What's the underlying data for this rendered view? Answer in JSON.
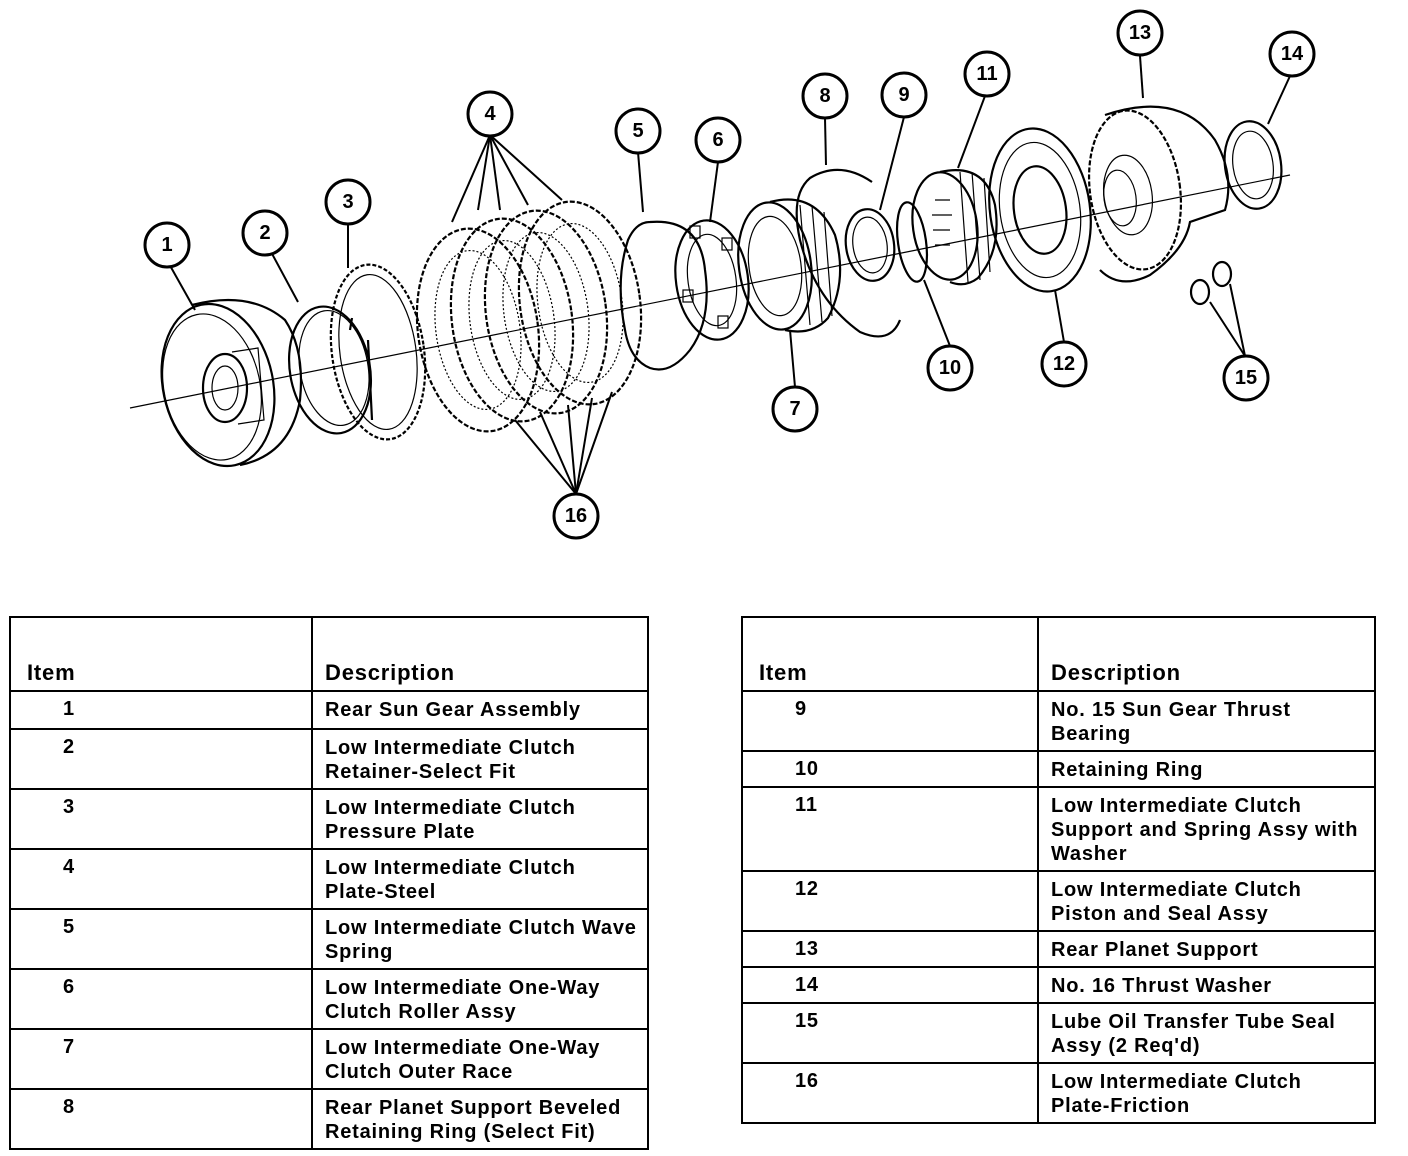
{
  "callouts": [
    "1",
    "2",
    "3",
    "4",
    "5",
    "6",
    "7",
    "8",
    "9",
    "10",
    "11",
    "12",
    "13",
    "14",
    "15",
    "16"
  ],
  "tables": {
    "left": {
      "headers": {
        "item": "Item",
        "description": "Description"
      },
      "rows": [
        {
          "item": "1",
          "description": "Rear Sun Gear Assembly"
        },
        {
          "item": "2",
          "description": "Low Intermediate Clutch Retainer-Select Fit"
        },
        {
          "item": "3",
          "description": "Low Intermediate Clutch Pressure Plate"
        },
        {
          "item": "4",
          "description": "Low Intermediate Clutch Plate-Steel"
        },
        {
          "item": "5",
          "description": "Low Intermediate Clutch Wave Spring"
        },
        {
          "item": "6",
          "description": "Low Intermediate One-Way Clutch Roller Assy"
        },
        {
          "item": "7",
          "description": "Low Intermediate One-Way Clutch Outer Race"
        },
        {
          "item": "8",
          "description": "Rear Planet Support Beveled Retaining Ring (Select Fit)"
        }
      ]
    },
    "right": {
      "headers": {
        "item": "Item",
        "description": "Description"
      },
      "rows": [
        {
          "item": "9",
          "description": "No. 15 Sun Gear Thrust Bearing"
        },
        {
          "item": "10",
          "description": "Retaining Ring"
        },
        {
          "item": "11",
          "description": "Low Intermediate Clutch Support and Spring Assy with Washer"
        },
        {
          "item": "12",
          "description": "Low Intermediate Clutch Piston and Seal Assy"
        },
        {
          "item": "13",
          "description": "Rear Planet Support"
        },
        {
          "item": "14",
          "description": "No. 16 Thrust Washer"
        },
        {
          "item": "15",
          "description": "Lube Oil Transfer Tube Seal Assy (2 Req'd)"
        },
        {
          "item": "16",
          "description": "Low Intermediate Clutch Plate-Friction"
        }
      ]
    }
  }
}
